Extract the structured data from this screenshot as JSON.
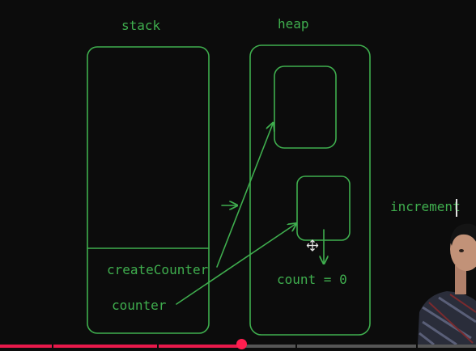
{
  "diagram": {
    "stack_label": "stack",
    "heap_label": "heap",
    "stack_frame_label": "createCounter",
    "stack_var_label": "counter",
    "heap_value_label": "count = 0",
    "side_label": "increment",
    "stroke_color": "#3fae4e"
  },
  "video_player": {
    "progress": 0.507
  }
}
